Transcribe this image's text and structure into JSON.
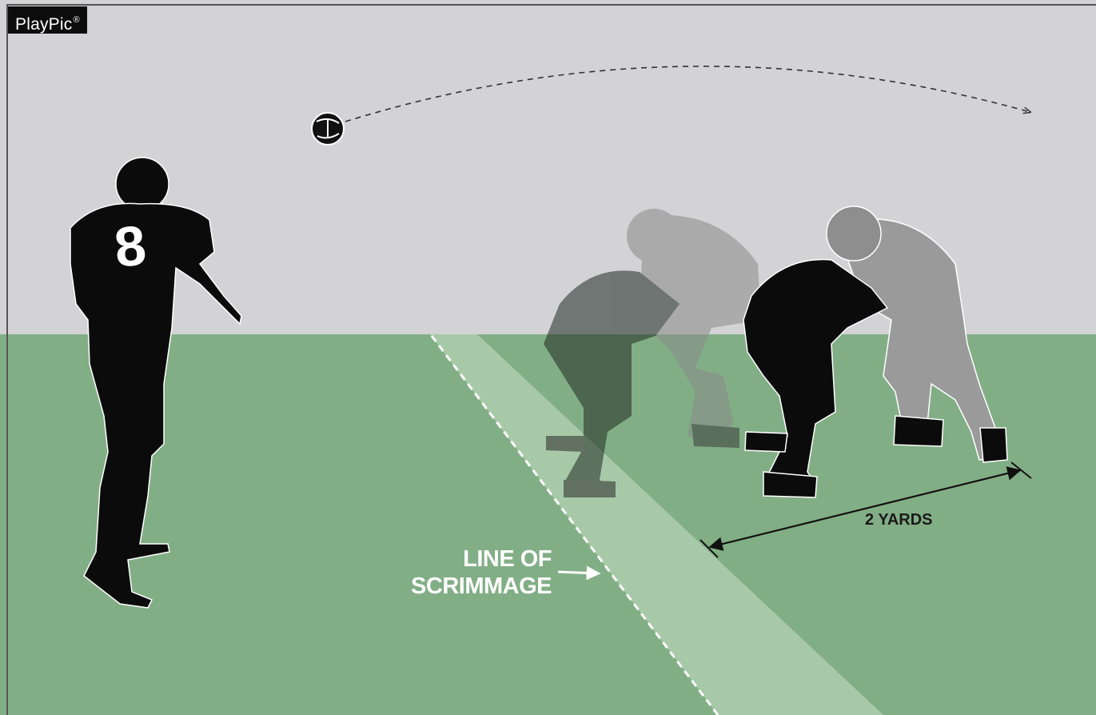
{
  "brand": {
    "name": "PlayPic",
    "mark": "®"
  },
  "labels": {
    "line_of_scrimmage_line1": "LINE OF",
    "line_of_scrimmage_line2": "SCRIMMAGE",
    "distance": "2 YARDS"
  },
  "players": {
    "passer_number": "8"
  },
  "colors": {
    "sky": "#d3d3d5",
    "field": "#82ae86",
    "neutral_zone": "#a7c9a8",
    "player": "#0b0b0b",
    "ghost_player": "#5f6f62",
    "outline": "#ffffff"
  }
}
